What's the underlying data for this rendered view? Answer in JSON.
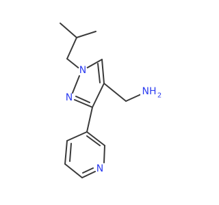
{
  "molecule": {
    "colors": {
      "bond": "#3a3a3a",
      "nitrogen": "#2b3cf0",
      "background": "#ffffff"
    },
    "atom_labels": {
      "n1": "N",
      "n2": "N",
      "amine": "NH",
      "amine_sub": "2",
      "pyridine_n": "N"
    }
  }
}
